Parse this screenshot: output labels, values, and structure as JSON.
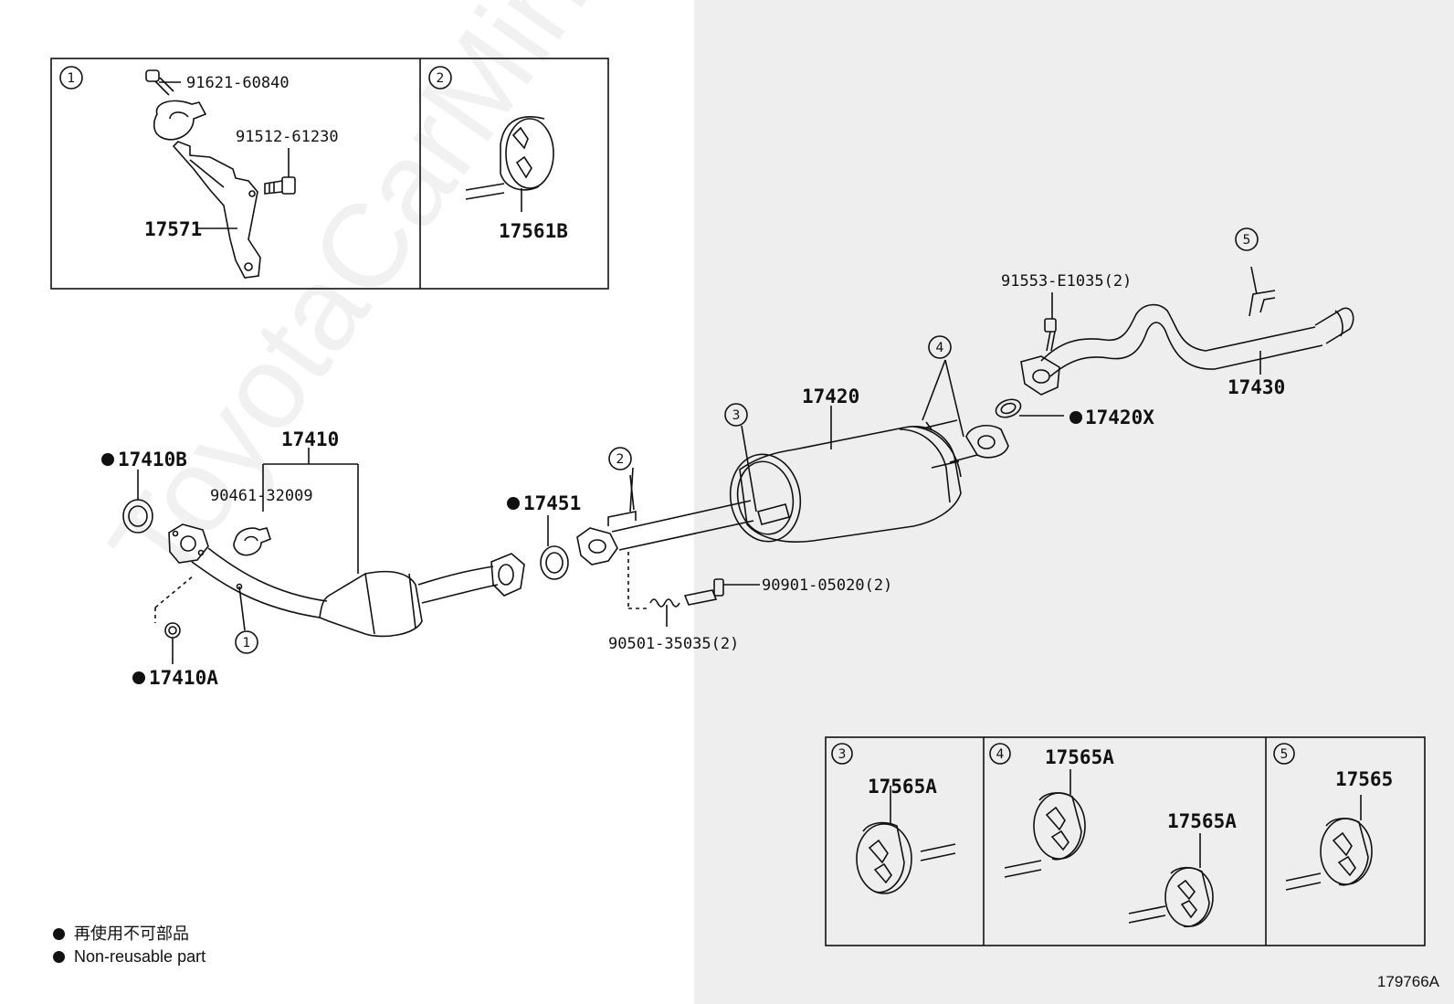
{
  "figure_number": "179766A",
  "watermark": "ToyotaCarMine.ru",
  "legend": {
    "line_jp": "再使用不可部品",
    "line_en": "Non-reusable part"
  },
  "boxes": {
    "box1": {
      "callout": "1",
      "parts": [
        "91621-60840",
        "91512-61230",
        "17571"
      ]
    },
    "box2": {
      "callout": "2",
      "parts": [
        "17561B"
      ]
    },
    "box3": {
      "callout": "3",
      "parts": [
        "17565A"
      ]
    },
    "box4": {
      "callout": "4",
      "parts": [
        "17565A",
        "17565A"
      ]
    },
    "box5": {
      "callout": "5",
      "parts": [
        "17565"
      ]
    }
  },
  "main": {
    "p17410B": "17410B",
    "p17410": "17410",
    "p90461": "90461-32009",
    "p17410A": "17410A",
    "p17451": "17451",
    "p17420": "17420",
    "p90901": "90901-05020(2)",
    "p90501": "90501-35035(2)",
    "p91553": "91553-E1035(2)",
    "p17420X": "17420X",
    "p17430": "17430",
    "c1": "1",
    "c2": "2",
    "c3": "3",
    "c4": "4",
    "c5": "5"
  }
}
